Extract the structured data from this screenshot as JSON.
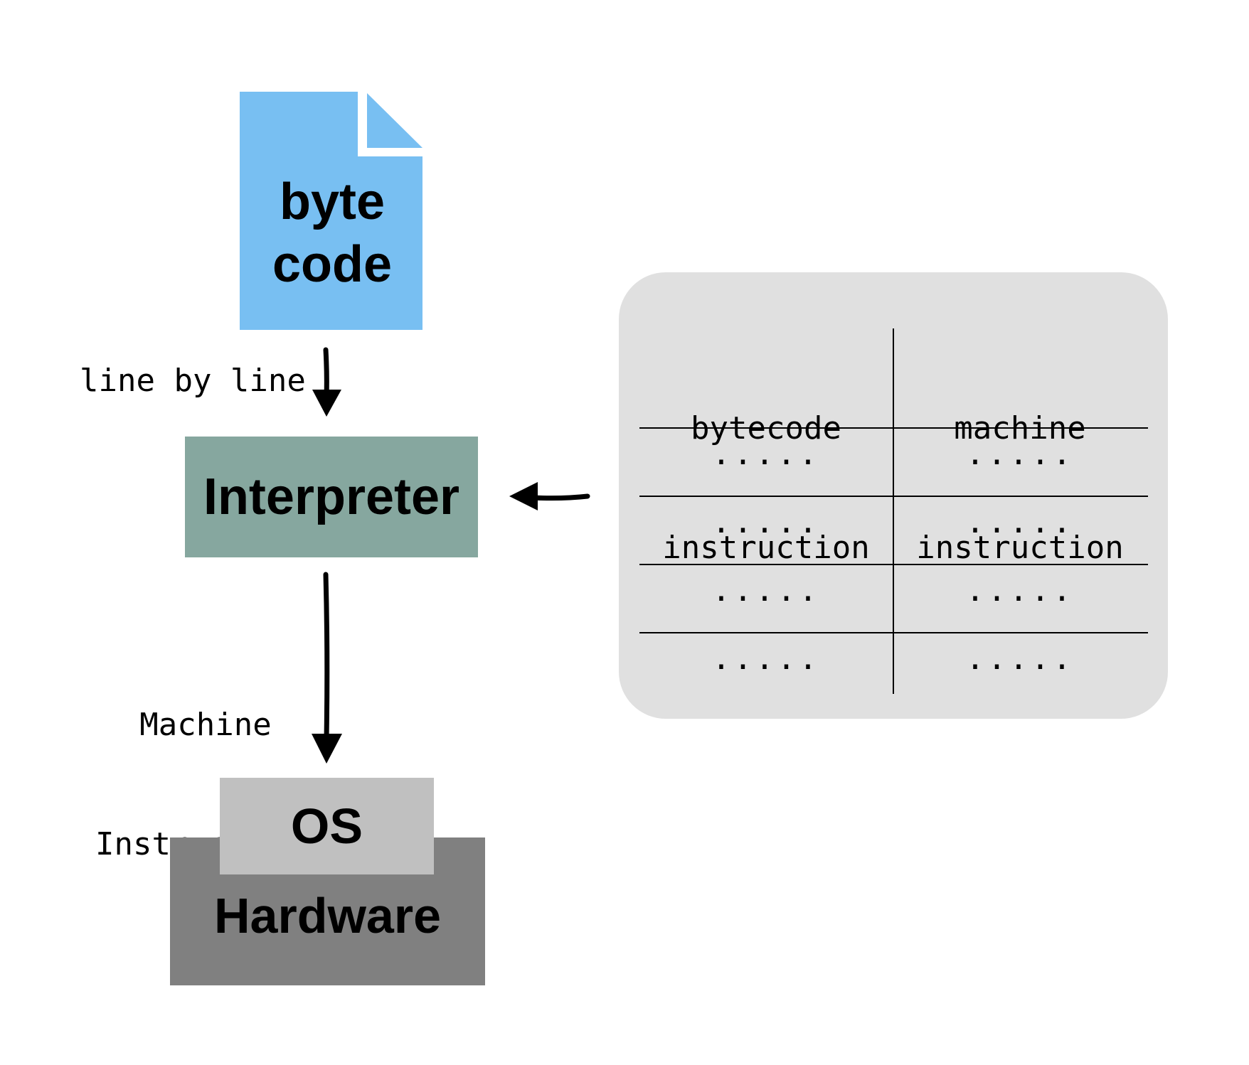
{
  "bytecode_file": {
    "line1": "byte",
    "line2": "code",
    "color": "#78bff2"
  },
  "edge_line_by_line": "line by line",
  "interpreter": {
    "label": "Interpreter",
    "color": "#86a79f"
  },
  "edge_machine_instructions": {
    "line1": "Machine",
    "line2": "Instructions"
  },
  "os": {
    "label": "OS",
    "color": "#c0c0c0"
  },
  "hardware": {
    "label": "Hardware",
    "color": "#808080"
  },
  "lookup_table": {
    "headers": [
      {
        "line1": "bytecode",
        "line2": "instruction"
      },
      {
        "line1": "machine",
        "line2": "instruction"
      }
    ],
    "rows": [
      [
        "·····",
        "·····"
      ],
      [
        "·····",
        "·····"
      ],
      [
        "·····",
        "·····"
      ],
      [
        "·····",
        "·····"
      ]
    ],
    "panel_color": "#e0e0e0"
  }
}
